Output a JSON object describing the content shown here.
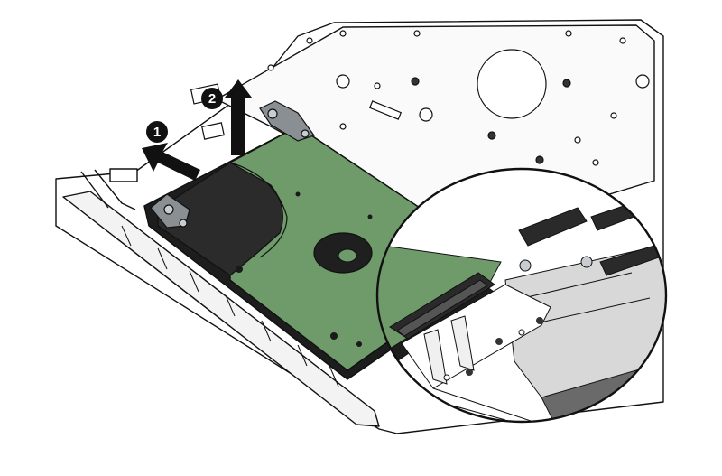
{
  "steps": [
    {
      "number": "1",
      "direction": "slide"
    },
    {
      "number": "2",
      "direction": "lift"
    }
  ],
  "colors": {
    "background": "#ffffff",
    "chassis_line": "#111111",
    "chassis_fill": "#ffffff",
    "drive_board": "#6f9a6a",
    "drive_top": "#2b2b2b",
    "bracket": "#8a8f94",
    "arrow": "#111111",
    "cable": "#6a6a6a"
  },
  "icons": [
    "arrow-slide-icon",
    "arrow-lift-icon",
    "magnify-circle-icon",
    "screw-icon"
  ]
}
